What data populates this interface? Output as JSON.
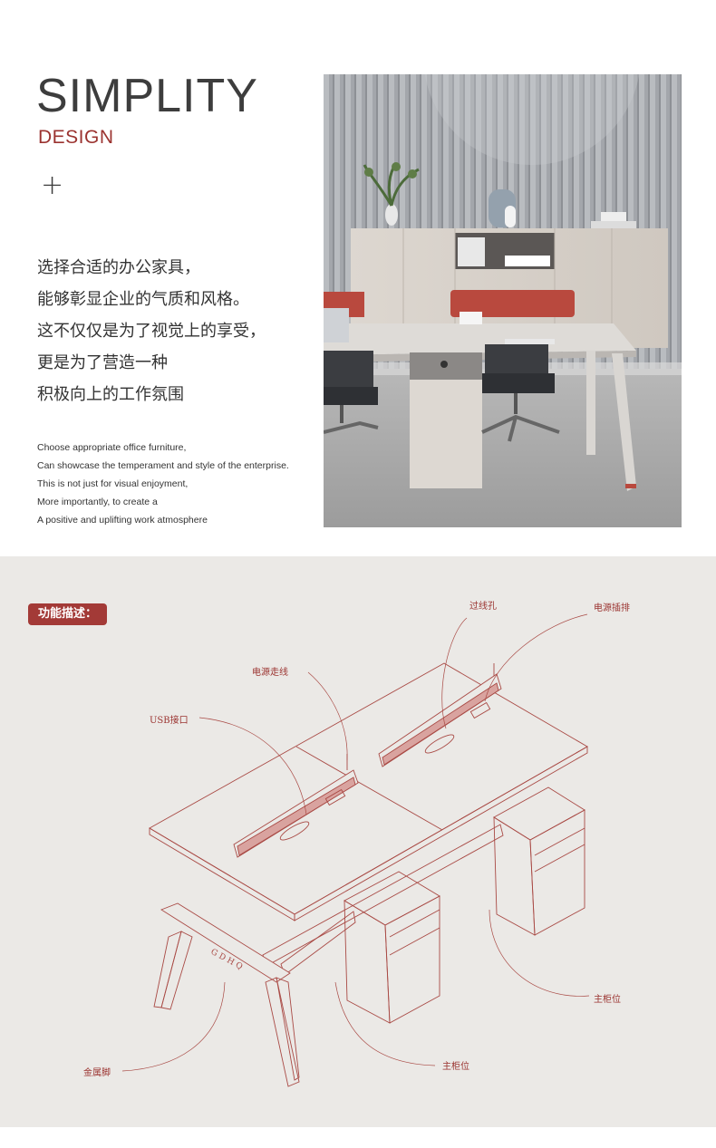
{
  "header": {
    "title": "SIMPLITY",
    "subtitle": "DESIGN",
    "plus": "+"
  },
  "chinese_lines": [
    "选择合适的办公家具，",
    "能够彰显企业的气质和风格。",
    "这不仅仅是为了视觉上的享受，",
    "更是为了营造一种",
    "积极向上的工作氛围"
  ],
  "english_lines": [
    "Choose appropriate office furniture,",
    "Can showcase the temperament and style of the enterprise.",
    "This is not just for visual enjoyment,",
    "More importantly, to create a",
    "A positive and uplifting work atmosphere"
  ],
  "section_tag": "功能描述：",
  "annotations": {
    "cable_hole": "过线孔",
    "power_strip": "电源插排",
    "power_wiring": "电源走线",
    "usb_port": "USB接口",
    "desk_leg": "金属脚",
    "main_cabinet_right": "主柜位",
    "main_cabinet_bottom": "主柜位"
  },
  "colors": {
    "accent": "#9b3330",
    "tag_bg": "#a33a37",
    "text": "#333333",
    "section_bg": "#ebe9e6"
  }
}
